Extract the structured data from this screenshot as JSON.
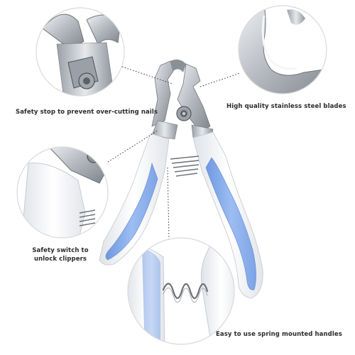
{
  "captions": {
    "safety_stop": "Safety stop to prevent over-cutting nails",
    "blades": "High quality stainless steel blades",
    "switch_line1": "Safety switch to",
    "switch_line2": "unlock clippers",
    "handles": "Easy to use spring mounted handles"
  },
  "colors": {
    "handle_blue": "#8fb4ef",
    "handle_white": "#f3f5f8",
    "steel": "#c9ccd1",
    "callout_border": "#d9d9d9",
    "dotted_line": "#333333",
    "text": "#2a2a2a"
  },
  "icons": {
    "clipper": "nail-clipper-product",
    "detail_stop": "safety-stop-closeup",
    "detail_blade": "blade-closeup",
    "detail_switch": "safety-switch-closeup",
    "detail_spring": "spring-closeup"
  }
}
